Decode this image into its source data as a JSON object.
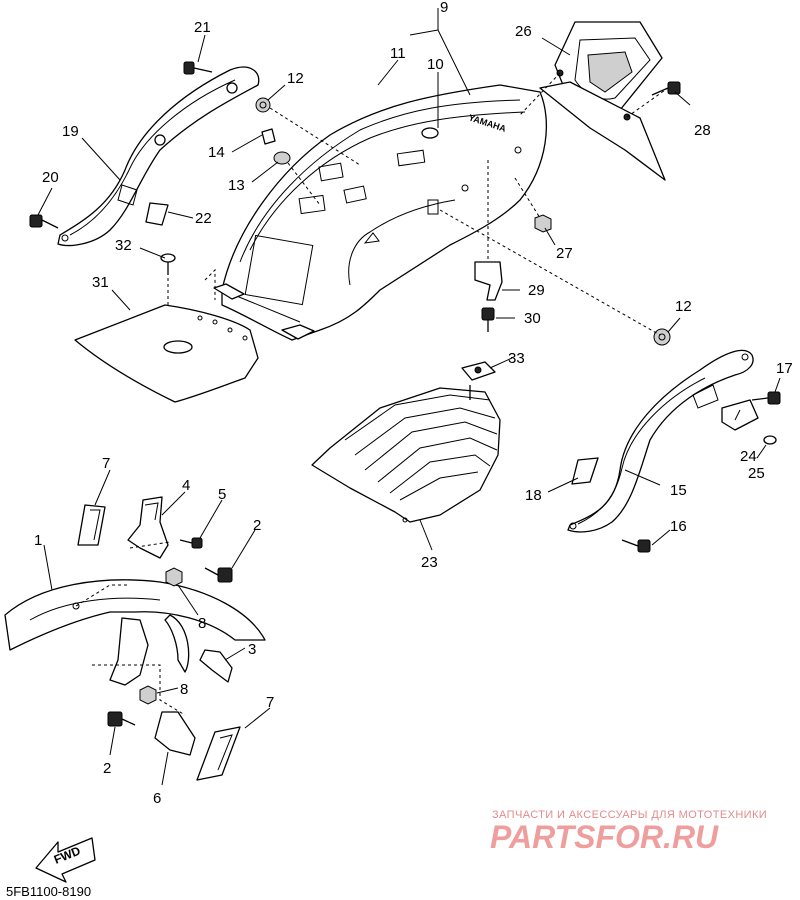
{
  "diagram": {
    "callouts": {
      "c1": "1",
      "c2a": "2",
      "c2b": "2",
      "c3": "3",
      "c4": "4",
      "c5": "5",
      "c6": "6",
      "c7a": "7",
      "c7b": "7",
      "c8a": "8",
      "c8b": "8",
      "c9": "9",
      "c10": "10",
      "c11": "11",
      "c12a": "12",
      "c12b": "12",
      "c13": "13",
      "c14": "14",
      "c15": "15",
      "c16": "16",
      "c17": "17",
      "c18": "18",
      "c19": "19",
      "c20": "20",
      "c21": "21",
      "c22": "22",
      "c23": "23",
      "c24": "24",
      "c25": "25",
      "c26": "26",
      "c27": "27",
      "c28": "28",
      "c29": "29",
      "c30": "30",
      "c31": "31",
      "c32": "32",
      "c33": "33"
    },
    "fender_logo": "YAMAHA",
    "direction_label": "FWD",
    "diagram_code": "5FB1100-8190"
  },
  "watermark": {
    "caption": "ЗАПЧАСТИ И АКСЕССУАРЫ ДЛЯ МОТОТЕХНИКИ",
    "brand": "PARTSFOR.RU"
  }
}
